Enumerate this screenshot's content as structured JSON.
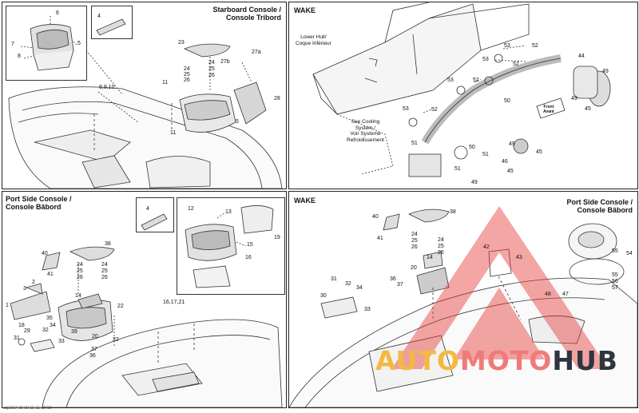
{
  "panels": {
    "tl": {
      "title": "Starboard Console /\nConsole Tribord"
    },
    "tr": {
      "title": "WAKE"
    },
    "bl": {
      "title": "Port Side Console /\nConsole Bâbord"
    },
    "br": {
      "title": "WAKE",
      "subtitle": "Port Side Console /\nConsole Bâbord"
    }
  },
  "notes": {
    "lower_hull": "Lower Hull/\nCoque Inférieur",
    "cooling": "See Cooling\nSystem /\nVoir Système\nRefroidissement",
    "front": "Front\nAvant"
  },
  "callouts": {
    "tl": [
      {
        "t": "6"
      },
      {
        "t": "7"
      },
      {
        "t": "8"
      },
      {
        "t": "5"
      },
      {
        "t": "4"
      },
      {
        "t": "8,9,10"
      },
      {
        "t": "23"
      },
      {
        "t": "27a"
      },
      {
        "t": "27b"
      },
      {
        "t": "24"
      },
      {
        "t": "25"
      },
      {
        "t": "26"
      },
      {
        "t": "24"
      },
      {
        "t": "25"
      },
      {
        "t": "26"
      },
      {
        "t": "28"
      },
      {
        "t": "11"
      },
      {
        "t": "11"
      },
      {
        "t": "5"
      }
    ],
    "tr": [
      {
        "t": "53"
      },
      {
        "t": "52"
      },
      {
        "t": "53"
      },
      {
        "t": "52"
      },
      {
        "t": "53"
      },
      {
        "t": "52"
      },
      {
        "t": "53"
      },
      {
        "t": "52"
      },
      {
        "t": "44"
      },
      {
        "t": "49"
      },
      {
        "t": "49"
      },
      {
        "t": "45"
      },
      {
        "t": "50"
      },
      {
        "t": "51"
      },
      {
        "t": "50"
      },
      {
        "t": "51"
      },
      {
        "t": "51"
      },
      {
        "t": "49"
      },
      {
        "t": "45"
      },
      {
        "t": "46"
      },
      {
        "t": "45"
      },
      {
        "t": "49"
      }
    ],
    "bl": [
      {
        "t": "4"
      },
      {
        "t": "13"
      },
      {
        "t": "12"
      },
      {
        "t": "15"
      },
      {
        "t": "16"
      },
      {
        "t": "19"
      },
      {
        "t": "38"
      },
      {
        "t": "40"
      },
      {
        "t": "41"
      },
      {
        "t": "24"
      },
      {
        "t": "25"
      },
      {
        "t": "26"
      },
      {
        "t": "24"
      },
      {
        "t": "25"
      },
      {
        "t": "26"
      },
      {
        "t": "2"
      },
      {
        "t": "3"
      },
      {
        "t": "1"
      },
      {
        "t": "14"
      },
      {
        "t": "22"
      },
      {
        "t": "22"
      },
      {
        "t": "16,17,21"
      },
      {
        "t": "18"
      },
      {
        "t": "35"
      },
      {
        "t": "34"
      },
      {
        "t": "29"
      },
      {
        "t": "32"
      },
      {
        "t": "33"
      },
      {
        "t": "31"
      },
      {
        "t": "37"
      },
      {
        "t": "36"
      },
      {
        "t": "39"
      },
      {
        "t": "20"
      }
    ],
    "br": [
      {
        "t": "40"
      },
      {
        "t": "38"
      },
      {
        "t": "41"
      },
      {
        "t": "24"
      },
      {
        "t": "25"
      },
      {
        "t": "26"
      },
      {
        "t": "24"
      },
      {
        "t": "25"
      },
      {
        "t": "26"
      },
      {
        "t": "14"
      },
      {
        "t": "20"
      },
      {
        "t": "31"
      },
      {
        "t": "32"
      },
      {
        "t": "34"
      },
      {
        "t": "36"
      },
      {
        "t": "37"
      },
      {
        "t": "30"
      },
      {
        "t": "33"
      },
      {
        "t": "42"
      },
      {
        "t": "43"
      },
      {
        "t": "48"
      },
      {
        "t": "47"
      },
      {
        "t": "55"
      },
      {
        "t": "54"
      },
      {
        "t": "55"
      },
      {
        "t": "56"
      },
      {
        "t": "57"
      }
    ]
  },
  "watermark": {
    "part1": "AUTO",
    "part2": "MOTO",
    "part3": "HUB"
  },
  "footer": "sbj1007-09-09 10-11-12-13",
  "colors": {
    "watermark_red": "#e53935",
    "line": "#333333"
  }
}
